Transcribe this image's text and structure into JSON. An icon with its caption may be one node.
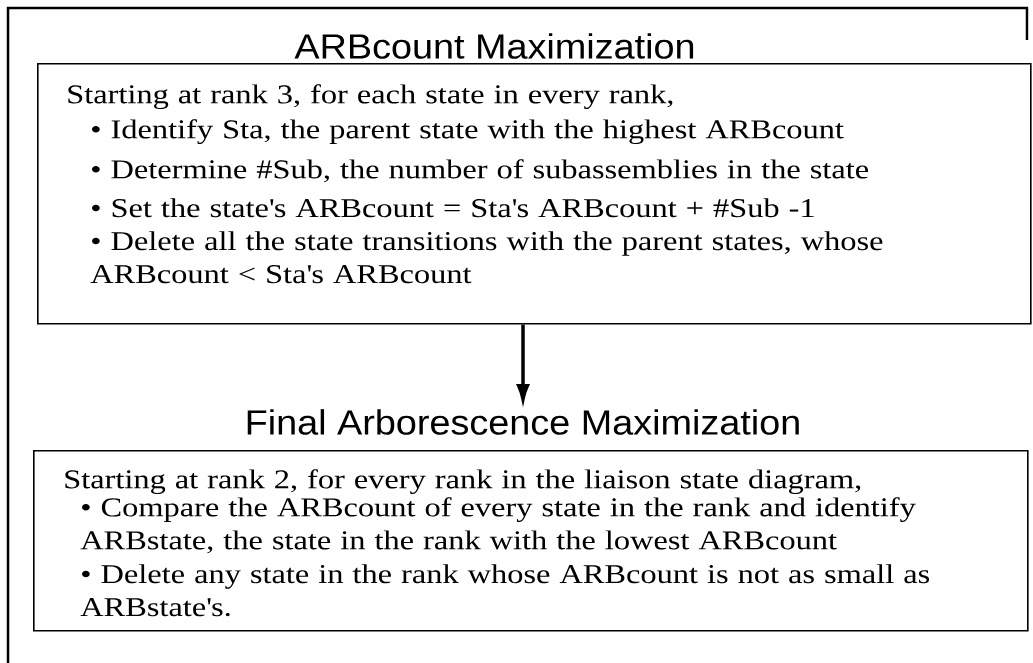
{
  "diagram": {
    "nodes": [
      {
        "text": [
          "ARBcount Maximization",
          "Starting at rank 3, for each state in every rank,",
          "• Identify Sta, the parent state with the highest ARBcount",
          "• Determine  #Sub, the number of subassemblies in the state",
          "• Set the state's ARBcount =  Sta's  ARBcount + #Sub -1",
          "• Delete all the state transitions with the parent states, whose ARBcount < Sta's ARBcount"
        ]
      },
      {
        "text": [
          "Final Arborescence Maximization",
          "Starting at rank 2, for every rank in the liaison state diagram,",
          "• Compare the ARBcount of every state in the rank and identify ARBstate, the state in the rank with the lowest ARBcount",
          "• Delete any state in the rank whose ARBcount  is not as  small as ARBstate's."
        ]
      }
    ],
    "edges": [
      {
        "from": 0,
        "to": 1,
        "arrow": "to"
      }
    ]
  }
}
